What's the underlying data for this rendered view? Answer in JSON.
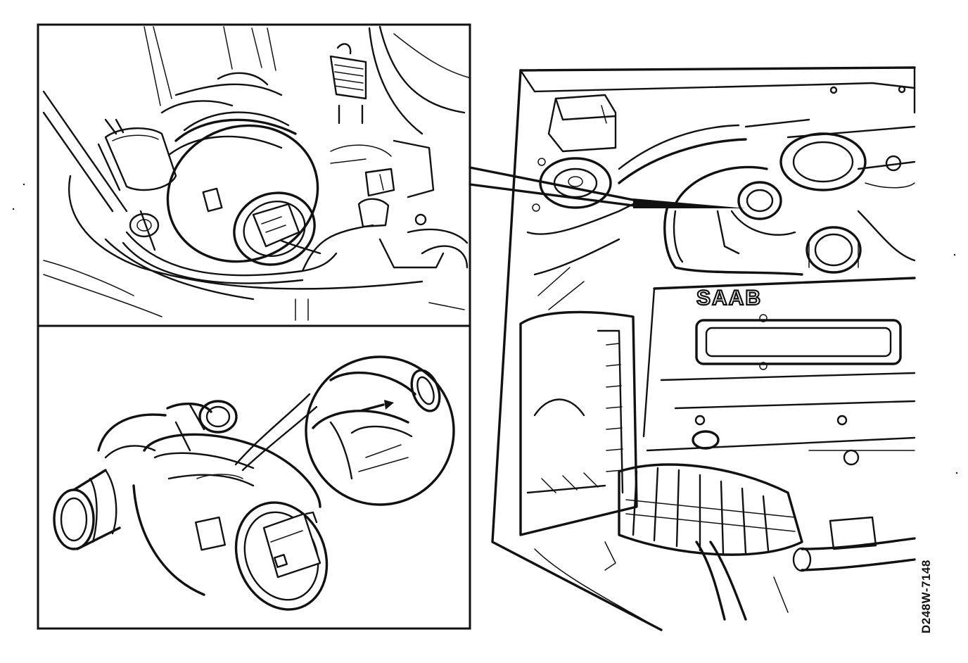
{
  "figure": {
    "drawing_code": "D248W-7148",
    "engine_badge": "SAAB"
  },
  "icons": {
    "inset_top": "idle-air-valve-installed-detail",
    "inset_bottom": "idle-air-valve-component",
    "magnifier": "flow-arrow-magnifier",
    "engine_bay": "engine-bay-overview",
    "leader": "callout-leader-line"
  }
}
